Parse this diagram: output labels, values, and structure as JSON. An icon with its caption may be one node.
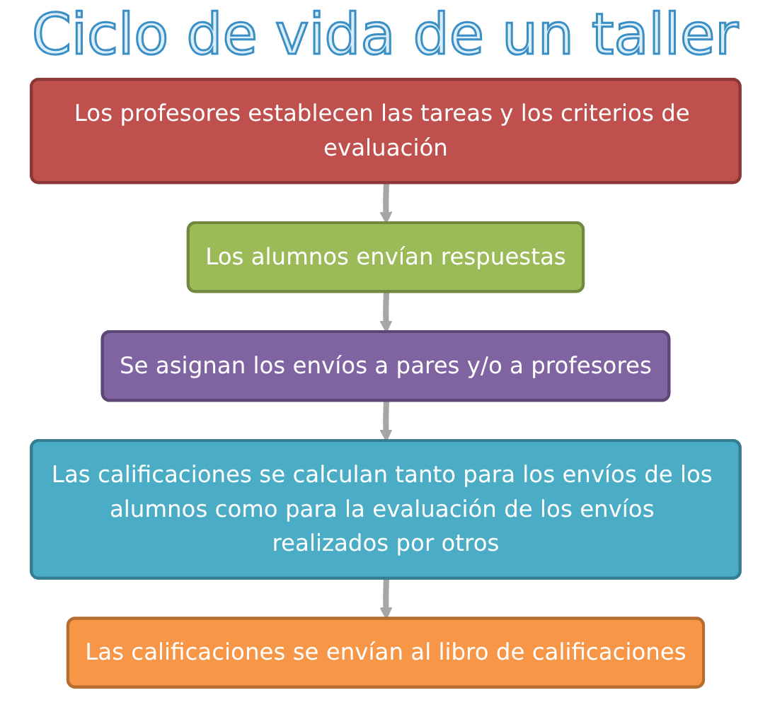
{
  "diagram": {
    "title": "Ciclo de vida de un taller",
    "nodes": [
      {
        "text": [
          "Los profesores establecen las tareas y los criterios de evaluación"
        ]
      },
      {
        "text": [
          "Los alumnos envían respuestas"
        ]
      },
      {
        "text": [
          "Se asignan los envíos a pares y/o a profesores"
        ]
      },
      {
        "text": [
          "Las calificaciones se calculan tanto para los envíos de los alumnos como para la evaluación de los envíos realizados por otros"
        ]
      },
      {
        "text": [
          "Las calificaciones se envían al libro de calificaciones"
        ]
      }
    ],
    "edges": [
      {
        "from": 0,
        "to": 1,
        "arrow": "to"
      },
      {
        "from": 1,
        "to": 2,
        "arrow": "to"
      },
      {
        "from": 2,
        "to": 3,
        "arrow": "to"
      },
      {
        "from": 3,
        "to": 4,
        "arrow": "to"
      }
    ]
  }
}
